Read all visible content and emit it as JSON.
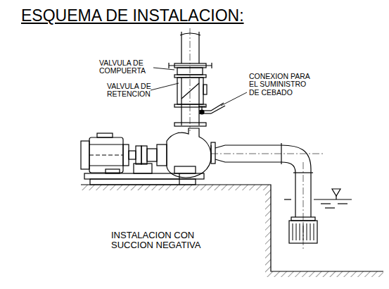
{
  "diagram": {
    "title": "ESQUEMA DE INSTALACION:",
    "labels": [
      "VALVULA DE COMPUERTA",
      "VALVULA DE RETENCION",
      "CONEXION PARA EL SUMINISTRO DE CEBADO",
      "INSTALACION CON SUCCION NEGATIVA"
    ]
  }
}
